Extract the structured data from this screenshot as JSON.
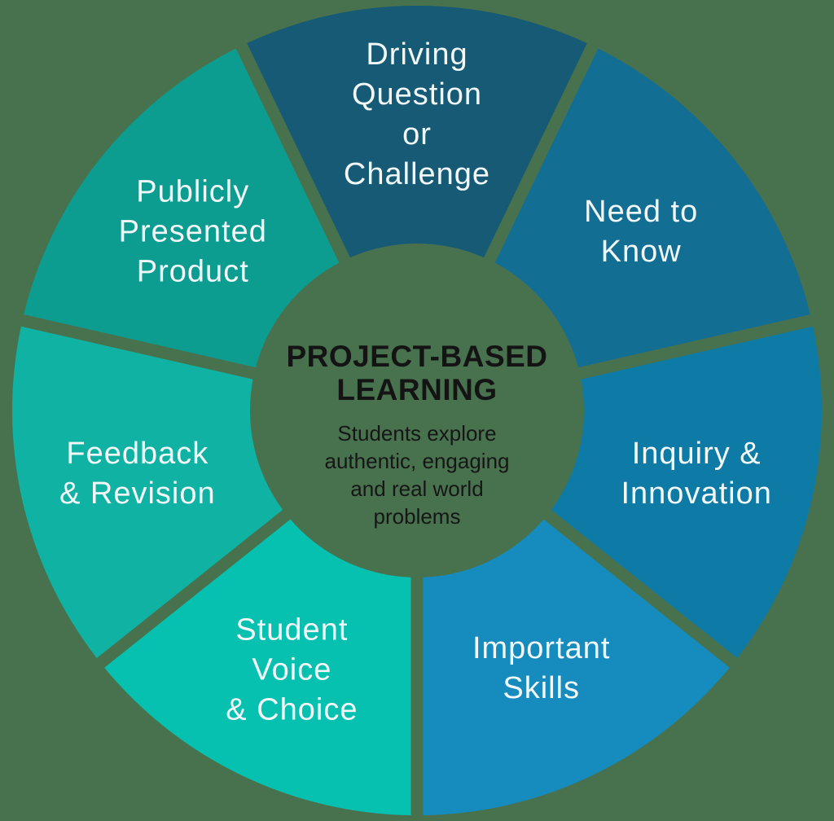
{
  "background_color": "#48724e",
  "wheel": {
    "label_color": "#f2f8f8",
    "segments": [
      {
        "id": "driving-question-or-challenge",
        "label": "Driving Question or Challenge",
        "label_lines": [
          "Driving",
          "Question",
          "or",
          "Challenge"
        ],
        "color": "#175a75"
      },
      {
        "id": "need-to-know",
        "label": "Need to Know",
        "label_lines": [
          "Need to",
          "Know"
        ],
        "color": "#136e94"
      },
      {
        "id": "inquiry-and-innovation",
        "label": "Inquiry & Innovation",
        "label_lines": [
          "Inquiry &",
          "Innovation"
        ],
        "color": "#0e7aa6"
      },
      {
        "id": "important-skills",
        "label": "Important Skills",
        "label_lines": [
          "Important",
          "Skills"
        ],
        "color": "#168bbe"
      },
      {
        "id": "student-voice-and-choice",
        "label": "Student Voice & Choice",
        "label_lines": [
          "Student",
          "Voice",
          "& Choice"
        ],
        "color": "#06c0b0"
      },
      {
        "id": "feedback-and-revision",
        "label": "Feedback & Revision",
        "label_lines": [
          "Feedback",
          "& Revision"
        ],
        "color": "#10b2a3"
      },
      {
        "id": "publicly-presented-product",
        "label": "Publicly Presented Product",
        "label_lines": [
          "Publicly",
          "Presented",
          "Product"
        ],
        "color": "#0c9c90"
      }
    ]
  },
  "center": {
    "title_line1": "PROJECT-BASED",
    "title_line2": "LEARNING",
    "subtitle": "Students explore authentic, engaging and real world problems",
    "subtitle_lines": [
      "Students explore",
      "authentic, engaging",
      "and real world",
      "problems"
    ],
    "title_color": "#141414",
    "subtitle_color": "#161616"
  }
}
